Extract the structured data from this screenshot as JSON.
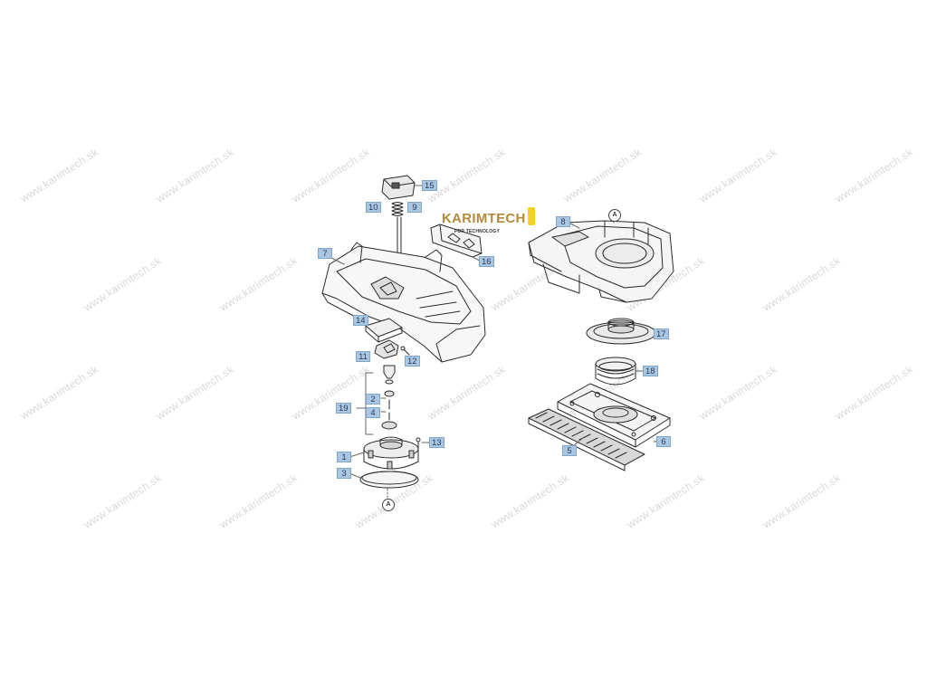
{
  "watermark_text": "www.karimtech.sk",
  "logo": {
    "name": "KARIMTECH",
    "tagline": "FOR TECHNOLOGY",
    "accent_color": "#f1d21c",
    "name_color": "#b38a3a"
  },
  "reference_marker": "A",
  "callout_color": "#a9c7e2",
  "callouts": [
    {
      "label": "15",
      "part": "bag-handle"
    },
    {
      "label": "10",
      "part": "spring"
    },
    {
      "label": "9",
      "part": "screw"
    },
    {
      "label": "16",
      "part": "bracket"
    },
    {
      "label": "7",
      "part": "deck-frame"
    },
    {
      "label": "14",
      "part": "lever"
    },
    {
      "label": "11",
      "part": "clip"
    },
    {
      "label": "12",
      "part": "screw"
    },
    {
      "label": "19",
      "part": "fastener-set"
    },
    {
      "label": "2",
      "part": "washer"
    },
    {
      "label": "4",
      "part": "screw"
    },
    {
      "label": "13",
      "part": "screw"
    },
    {
      "label": "1",
      "part": "hub"
    },
    {
      "label": "3",
      "part": "base-disc"
    },
    {
      "label": "8",
      "part": "housing"
    },
    {
      "label": "17",
      "part": "filter-disc"
    },
    {
      "label": "18",
      "part": "ring"
    },
    {
      "label": "6",
      "part": "base-plate"
    },
    {
      "label": "5",
      "part": "grid-plate"
    }
  ]
}
